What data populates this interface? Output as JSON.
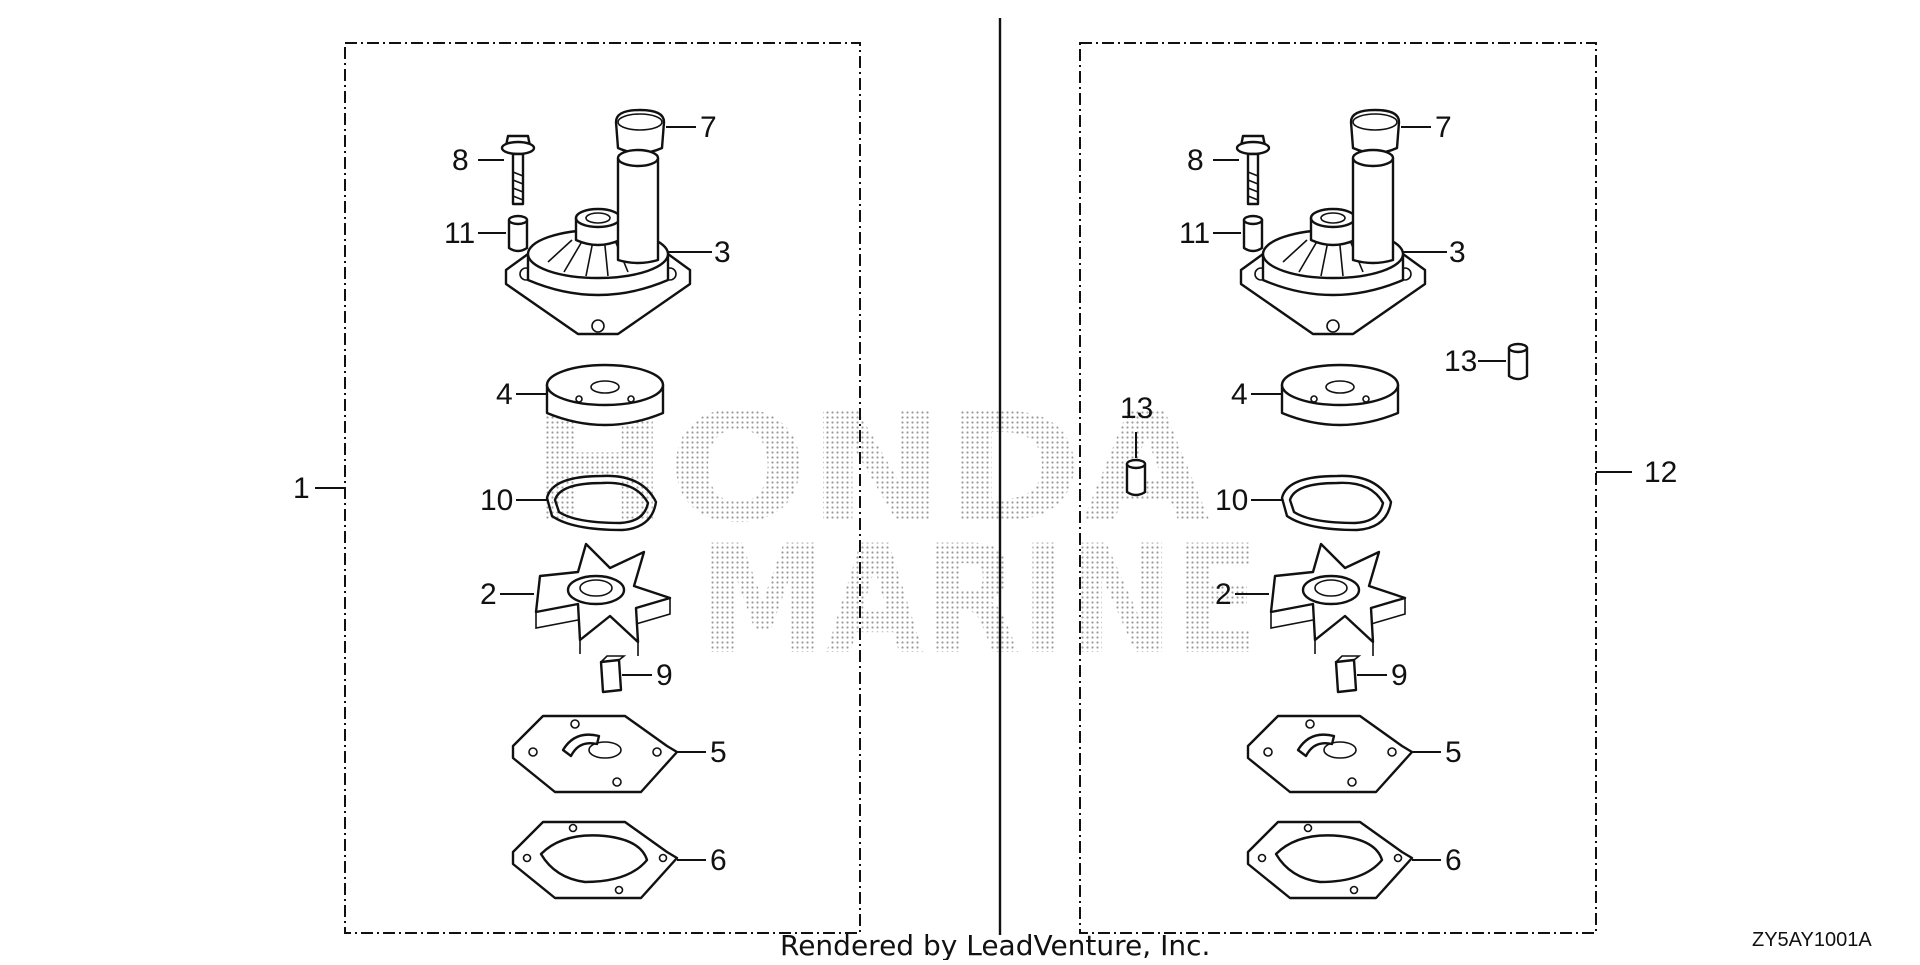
{
  "diagram": {
    "watermark": [
      "HONDA",
      "MARINE"
    ],
    "footer_credit": "Rendered by LeadVenture, Inc.",
    "diagram_code": "ZY5AY1001A",
    "left_kit": {
      "kit_callout": "1",
      "parts": [
        "7",
        "8",
        "11",
        "3",
        "4",
        "10",
        "2",
        "9",
        "5",
        "6"
      ]
    },
    "right_kit": {
      "kit_callout": "12",
      "parts": [
        "7",
        "8",
        "11",
        "3",
        "13",
        "4",
        "13",
        "10",
        "2",
        "9",
        "5",
        "6"
      ]
    }
  }
}
